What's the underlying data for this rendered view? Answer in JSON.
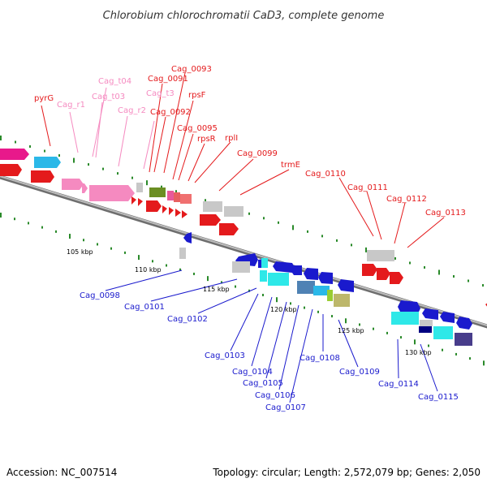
{
  "title": "Chlorobium chlorochromatii CaD3, complete genome",
  "footer": {
    "accession": "Accession: NC_007514",
    "topology": "Topology: circular; Length: 2,572,079 bp; Genes: 2,050"
  },
  "colors": {
    "red_genes": "#e41a1c",
    "pink_genes": "#f58ac0",
    "blue_genes": "#1a1acd",
    "magenta": "#e8198b",
    "sky": "#2bb8e8",
    "cyan": "#2ee8e8",
    "grey_gene": "#c8c8c8",
    "backbone": "#8c8c8c",
    "tick_green": "#2a8a2a"
  },
  "scale_labels": [
    "105 kbp",
    "110 kbp",
    "115 kbp",
    "120 kbp",
    "125 kbp",
    "130 kbp"
  ],
  "labels": [
    {
      "text": "pyrG",
      "color": "red"
    },
    {
      "text": "Cag_r1",
      "color": "pink"
    },
    {
      "text": "Cag_t04",
      "color": "pink"
    },
    {
      "text": "Cag_t03",
      "color": "pink"
    },
    {
      "text": "Cag_r2",
      "color": "pink"
    },
    {
      "text": "Cag_t3",
      "color": "pink"
    },
    {
      "text": "Cag_0093",
      "color": "red"
    },
    {
      "text": "Cag_0091",
      "color": "red"
    },
    {
      "text": "Cag_0092",
      "color": "red"
    },
    {
      "text": "rpsF",
      "color": "red"
    },
    {
      "text": "Cag_0095",
      "color": "red"
    },
    {
      "text": "rpsR",
      "color": "red"
    },
    {
      "text": "rplI",
      "color": "red"
    },
    {
      "text": "Cag_0099",
      "color": "red"
    },
    {
      "text": "trmE",
      "color": "red"
    },
    {
      "text": "Cag_0110",
      "color": "red"
    },
    {
      "text": "Cag_0111",
      "color": "red"
    },
    {
      "text": "Cag_0112",
      "color": "red"
    },
    {
      "text": "Cag_0113",
      "color": "red"
    },
    {
      "text": "Cag_0098",
      "color": "blue"
    },
    {
      "text": "Cag_0101",
      "color": "blue"
    },
    {
      "text": "Cag_0102",
      "color": "blue"
    },
    {
      "text": "Cag_0103",
      "color": "blue"
    },
    {
      "text": "Cag_0104",
      "color": "blue"
    },
    {
      "text": "Cag_0105",
      "color": "blue"
    },
    {
      "text": "Cag_0106",
      "color": "blue"
    },
    {
      "text": "Cag_0107",
      "color": "blue"
    },
    {
      "text": "Cag_0108",
      "color": "blue"
    },
    {
      "text": "Cag_0109",
      "color": "blue"
    },
    {
      "text": "Cag_0114",
      "color": "blue"
    },
    {
      "text": "Cag_0115",
      "color": "blue"
    }
  ]
}
